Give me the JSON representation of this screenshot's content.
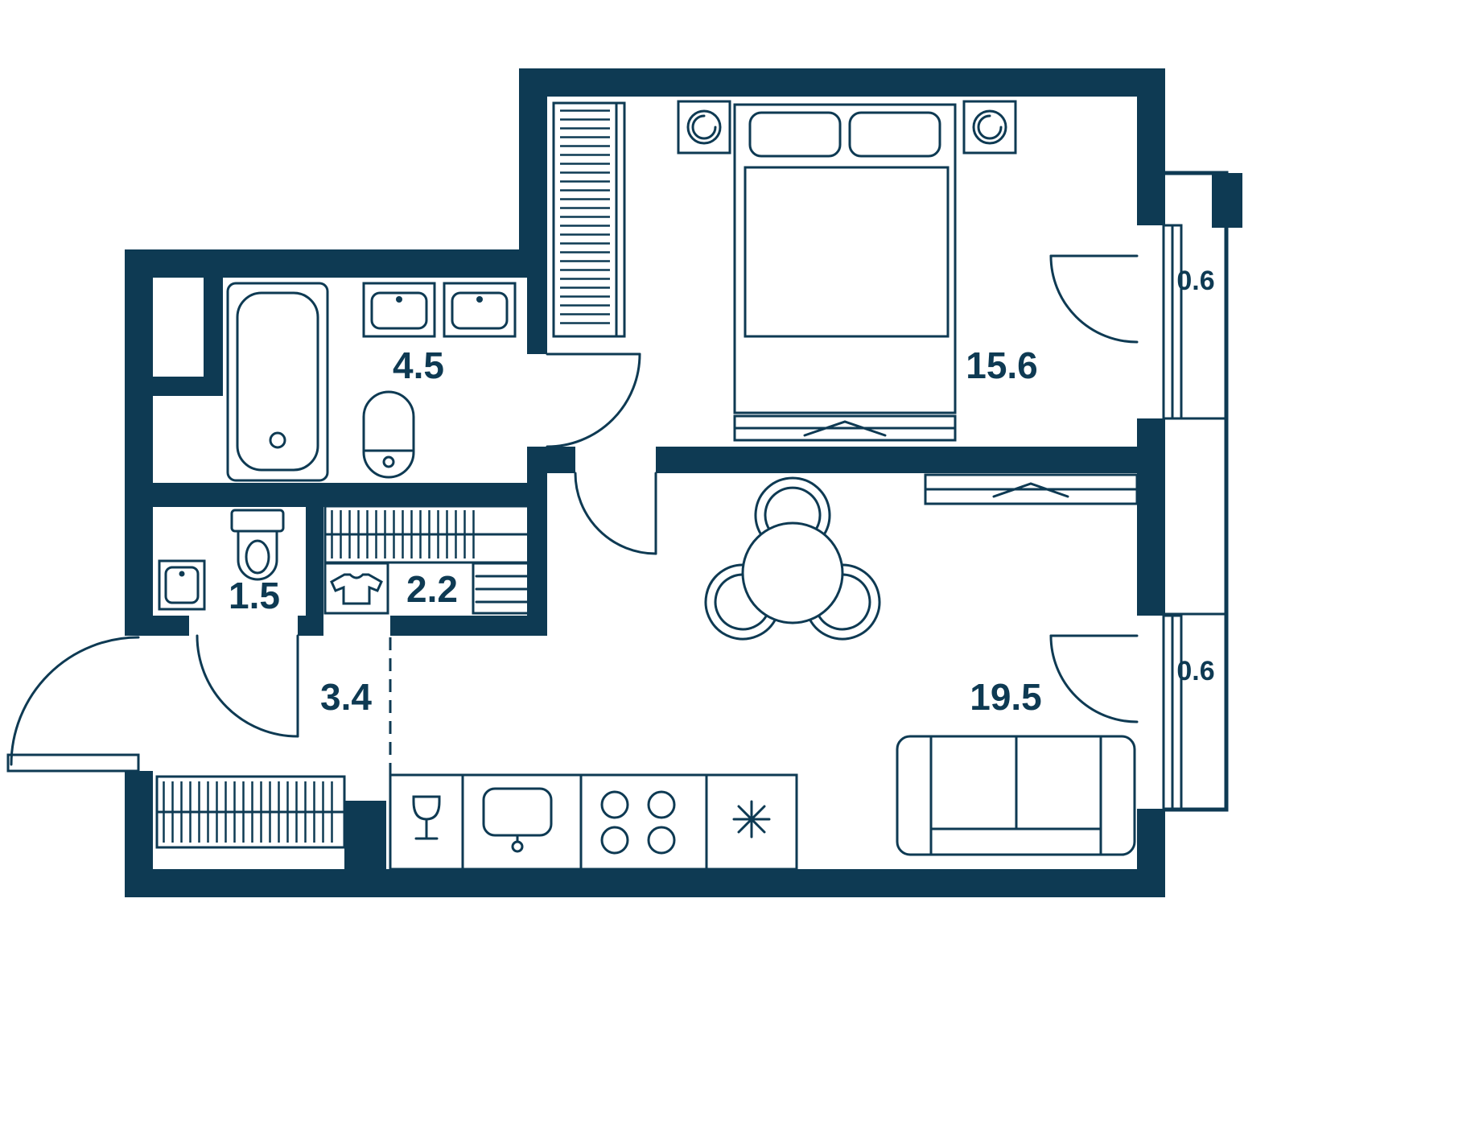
{
  "plan": {
    "colors": {
      "walls": "#0e3a53",
      "background": "#ffffff"
    },
    "rooms": {
      "bathroom": {
        "area": "4.5"
      },
      "bedroom": {
        "area": "15.6"
      },
      "wc": {
        "area": "1.5"
      },
      "wardrobe": {
        "area": "2.2"
      },
      "hallway": {
        "area": "3.4"
      },
      "living_kitchen": {
        "area": "19.5"
      },
      "balcony_top": {
        "area": "0.6"
      },
      "balcony_bottom": {
        "area": "0.6"
      }
    },
    "furniture_icons": [
      "bathtub",
      "washbasin",
      "washbasin",
      "water-heater",
      "toilet",
      "wc-sink",
      "hanging-rail",
      "shirt-closet",
      "shelves",
      "hall-closet",
      "entry-door",
      "kitchen-counter",
      "wine-glass-icon",
      "kitchen-sink",
      "stove-burners",
      "hood-star-icon",
      "dining-table",
      "chair",
      "chair",
      "chair",
      "sofa",
      "tv-console",
      "bed",
      "pillow",
      "pillow",
      "nightstand-lamp",
      "nightstand-lamp",
      "bedroom-wardrobe",
      "dresser",
      "window",
      "window",
      "balcony-door",
      "balcony-door"
    ]
  }
}
